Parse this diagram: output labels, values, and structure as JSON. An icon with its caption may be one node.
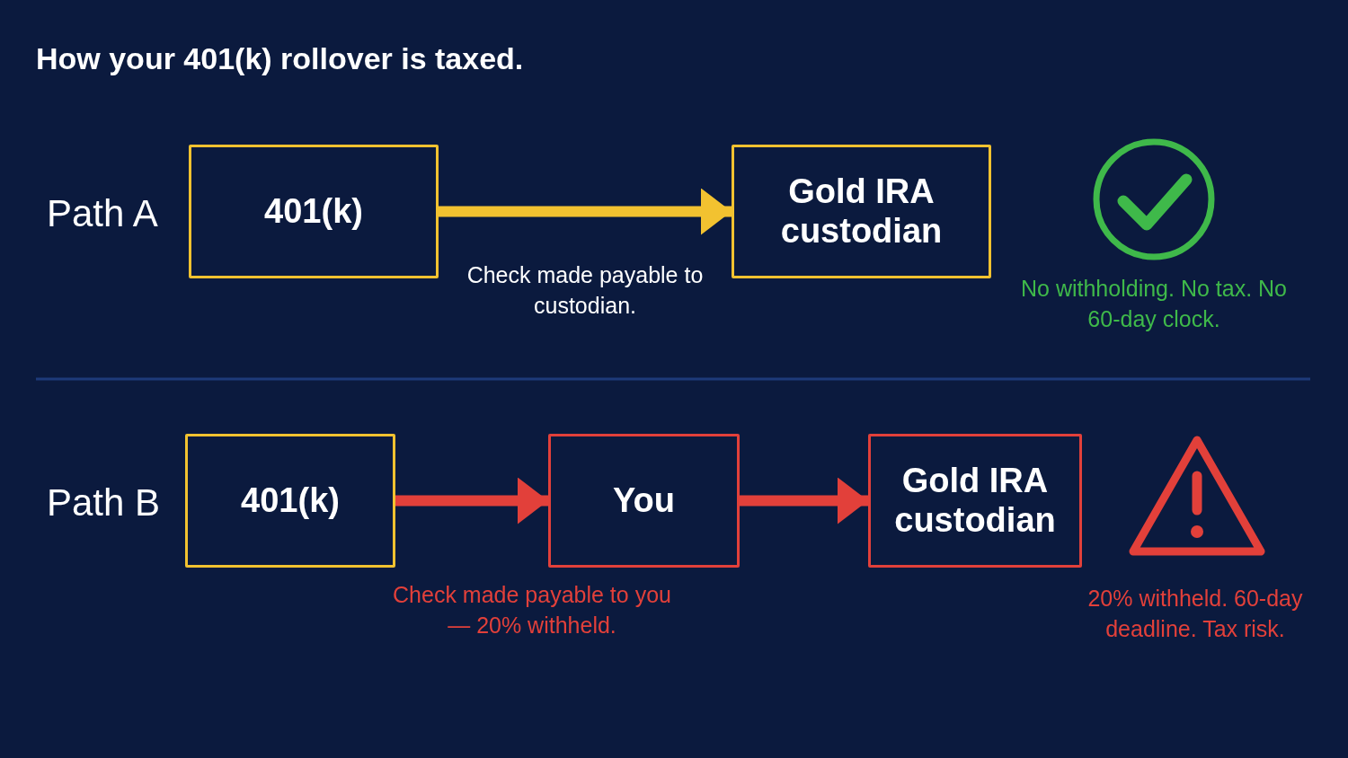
{
  "diagram": {
    "title": "How your 401(k) rollover is taxed.",
    "nodes": [
      {
        "text": [
          "401(k)"
        ]
      },
      {
        "text": [
          "Gold IRA custodian"
        ]
      },
      {
        "text": [
          "401(k)"
        ]
      },
      {
        "text": [
          "You"
        ]
      },
      {
        "text": [
          "Gold IRA custodian"
        ]
      }
    ],
    "edges": [
      {
        "from": 0,
        "to": 1,
        "arrow": "to",
        "label": "Check made payable to custodian.",
        "color": "#f2c230"
      },
      {
        "from": 2,
        "to": 3,
        "arrow": "to",
        "label": "Check made payable to you — 20% withheld."
      },
      {
        "from": 3,
        "to": 4,
        "arrow": "to"
      }
    ],
    "labels": [
      "Path A",
      "No withholding. No tax. No 60-day clock.",
      "Path B",
      "20% withheld. 60-day deadline. Tax risk."
    ]
  }
}
